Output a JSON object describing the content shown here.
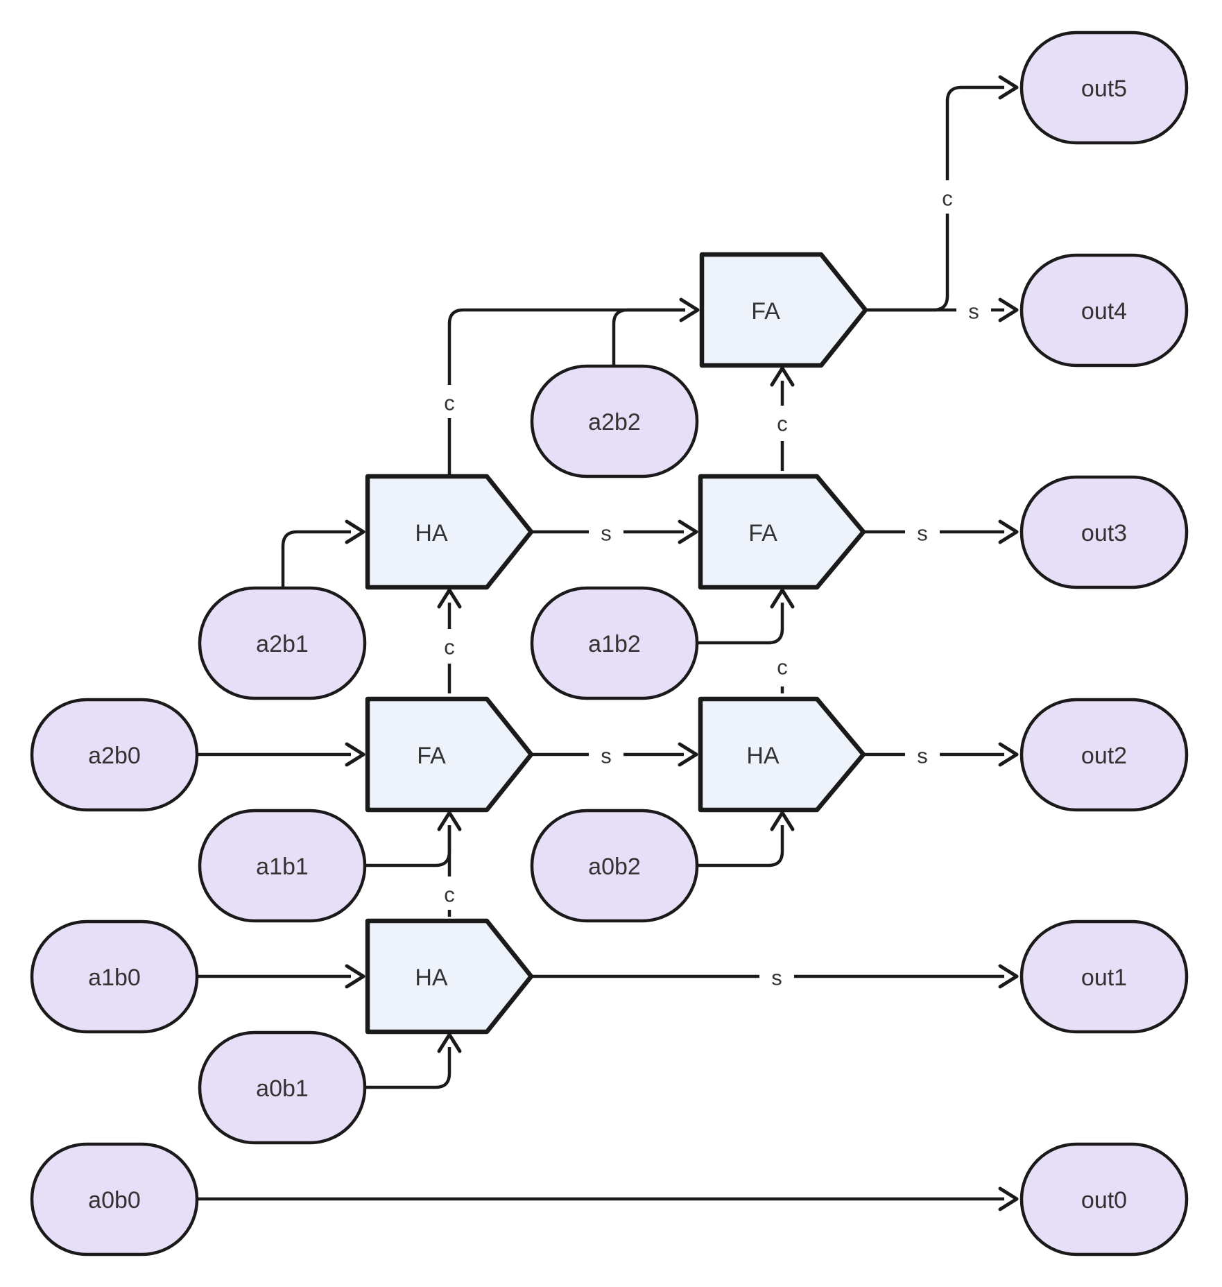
{
  "diagram_type": "array-multiplier-circuit-flowchart",
  "colors": {
    "background": "#ffffff",
    "partial_fill": "#e7def7",
    "partial_stroke": "#1a1a1a",
    "adder_fill": "#edf2fb",
    "adder_stroke": "#1a1a1a",
    "edge_stroke": "#1a1a1a",
    "label_color": "#333333"
  },
  "nodes": {
    "partials": [
      {
        "id": "a0b0",
        "label": "a0b0"
      },
      {
        "id": "a1b0",
        "label": "a1b0"
      },
      {
        "id": "a2b0",
        "label": "a2b0"
      },
      {
        "id": "a0b1",
        "label": "a0b1"
      },
      {
        "id": "a1b1",
        "label": "a1b1"
      },
      {
        "id": "a2b1",
        "label": "a2b1"
      },
      {
        "id": "a0b2",
        "label": "a0b2"
      },
      {
        "id": "a1b2",
        "label": "a1b2"
      },
      {
        "id": "a2b2",
        "label": "a2b2"
      }
    ],
    "outputs": [
      {
        "id": "out0",
        "label": "out0"
      },
      {
        "id": "out1",
        "label": "out1"
      },
      {
        "id": "out2",
        "label": "out2"
      },
      {
        "id": "out3",
        "label": "out3"
      },
      {
        "id": "out4",
        "label": "out4"
      },
      {
        "id": "out5",
        "label": "out5"
      }
    ],
    "adders": [
      {
        "id": "HA1",
        "label": "HA"
      },
      {
        "id": "FA1",
        "label": "FA"
      },
      {
        "id": "HA2",
        "label": "HA"
      },
      {
        "id": "FA2",
        "label": "FA"
      },
      {
        "id": "HA3",
        "label": "HA"
      },
      {
        "id": "FA3",
        "label": "FA"
      }
    ]
  },
  "edges": [
    {
      "from": "a0b0",
      "to": "out0",
      "label": "",
      "style": "solid"
    },
    {
      "from": "a1b0",
      "to": "HA1",
      "label": "",
      "style": "solid"
    },
    {
      "from": "a0b1",
      "to": "HA1",
      "label": "",
      "style": "solid"
    },
    {
      "from": "HA1",
      "to": "out1",
      "label": "s",
      "style": "solid"
    },
    {
      "from": "HA1",
      "to": "FA1",
      "label": "c",
      "style": "dashed"
    },
    {
      "from": "a1b1",
      "to": "FA1",
      "label": "",
      "style": "solid"
    },
    {
      "from": "a2b0",
      "to": "FA1",
      "label": "",
      "style": "solid"
    },
    {
      "from": "FA1",
      "to": "HA3",
      "label": "s",
      "style": "solid"
    },
    {
      "from": "FA1",
      "to": "HA2",
      "label": "c",
      "style": "dashed"
    },
    {
      "from": "a2b1",
      "to": "HA2",
      "label": "",
      "style": "solid"
    },
    {
      "from": "HA2",
      "to": "FA2",
      "label": "s",
      "style": "solid"
    },
    {
      "from": "HA2",
      "to": "FA3",
      "label": "c",
      "style": "solid"
    },
    {
      "from": "a2b2",
      "to": "FA3",
      "label": "",
      "style": "solid"
    },
    {
      "from": "a0b2",
      "to": "HA3",
      "label": "",
      "style": "solid"
    },
    {
      "from": "HA3",
      "to": "out2",
      "label": "s",
      "style": "solid"
    },
    {
      "from": "HA3",
      "to": "FA2",
      "label": "c",
      "style": "dashed"
    },
    {
      "from": "a1b2",
      "to": "FA2",
      "label": "",
      "style": "solid"
    },
    {
      "from": "FA2",
      "to": "out3",
      "label": "s",
      "style": "solid"
    },
    {
      "from": "FA2",
      "to": "FA3",
      "label": "c",
      "style": "dashed"
    },
    {
      "from": "FA3",
      "to": "out4",
      "label": "s",
      "style": "solid"
    },
    {
      "from": "FA3",
      "to": "out5",
      "label": "c",
      "style": "solid"
    }
  ]
}
